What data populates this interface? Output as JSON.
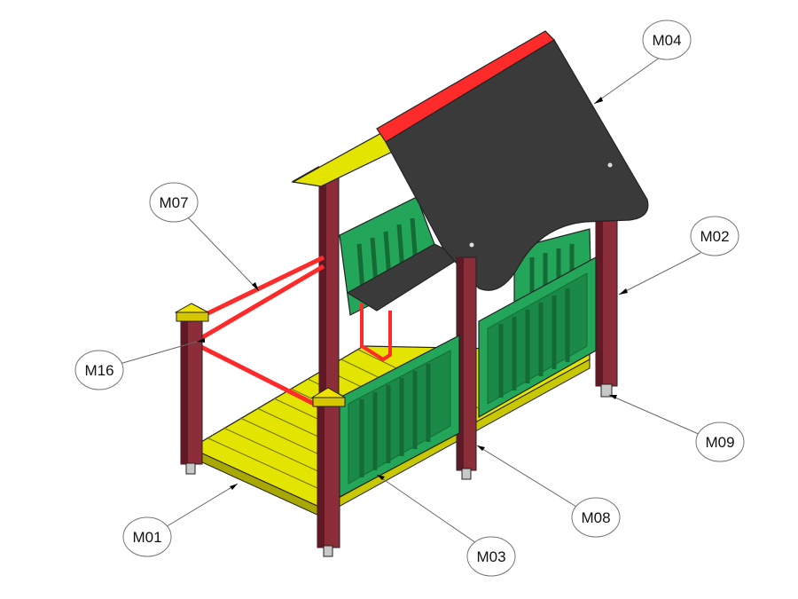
{
  "diagram": {
    "labels": {
      "m01": "M01",
      "m02": "M02",
      "m03": "M03",
      "m04": "M04",
      "m07": "M07",
      "m08": "M08",
      "m09": "M09",
      "m16": "M16"
    },
    "colors": {
      "post": "#8b2e3a",
      "post_dark": "#5e1a24",
      "deck": "#e3e400",
      "deck_dark": "#a8a800",
      "panel": "#23a55a",
      "panel_dark": "#146b36",
      "rail": "#ff2a2a",
      "roof": "#3a3a3a",
      "cap": "#f0e200",
      "foot": "#c8c8c8"
    }
  }
}
